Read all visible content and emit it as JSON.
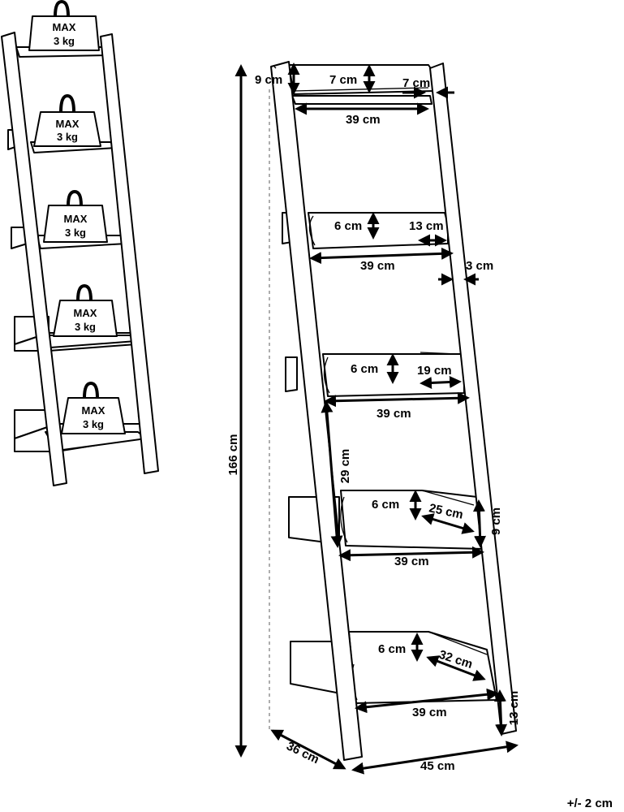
{
  "small_ladder": {
    "weight_labels": [
      {
        "line1": "MAX",
        "line2": "3 kg"
      },
      {
        "line1": "MAX",
        "line2": "3 kg"
      },
      {
        "line1": "MAX",
        "line2": "3 kg"
      },
      {
        "line1": "MAX",
        "line2": "3 kg"
      },
      {
        "line1": "MAX",
        "line2": "3 kg"
      }
    ]
  },
  "dimensions": {
    "total_height": "166 cm",
    "top_rim_height": "9 cm",
    "top_shelf_height": "7 cm",
    "top_shelf_offset": "7 cm",
    "shelf_widths": [
      "39 cm",
      "39 cm",
      "39 cm",
      "39 cm",
      "39 cm"
    ],
    "shelf_rim_heights": [
      "6 cm",
      "6 cm",
      "6 cm",
      "6 cm"
    ],
    "shelf_depths": [
      "13 cm",
      "19 cm",
      "25 cm",
      "32 cm"
    ],
    "rail_thickness": "3 cm",
    "shelf_spacing": "29 cm",
    "box_height": "9 cm",
    "base_leg_height": "13 cm",
    "base_depth": "36 cm",
    "base_width": "45 cm"
  },
  "tolerance": "+/- 2 cm"
}
